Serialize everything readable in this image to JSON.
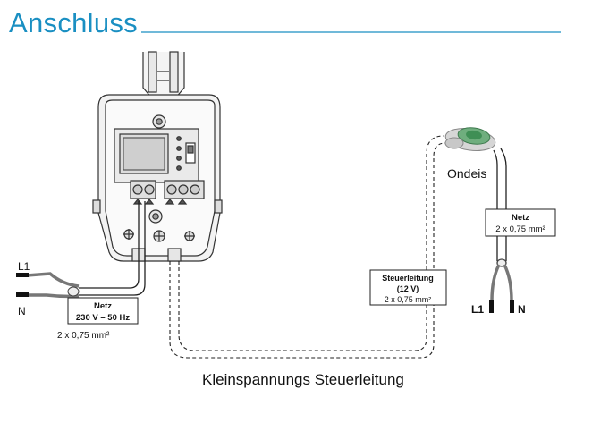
{
  "header": {
    "title": "Anschluss",
    "accent_color": "#1a8fc2"
  },
  "controller": {
    "terminal_labels": [
      "L1",
      "N"
    ],
    "supply_box": {
      "line1": "Netz",
      "line2": "230 V – 50 Hz"
    },
    "supply_cable": "2 x 0,75 mm²"
  },
  "sensor": {
    "name": "Ondeis",
    "cable_box": {
      "line1": "Netz",
      "line2": "2 x 0,75 mm²"
    },
    "terminal_labels": [
      "L1",
      "N"
    ]
  },
  "control_line": {
    "box": {
      "line1": "Steuerleitung",
      "line2": "(12 V)",
      "line3": "2 x 0,75 mm²"
    },
    "caption": "Kleinspannungs Steuerleitung"
  },
  "icons": [
    "controller-housing",
    "sensor-ondeis",
    "wire-end"
  ]
}
